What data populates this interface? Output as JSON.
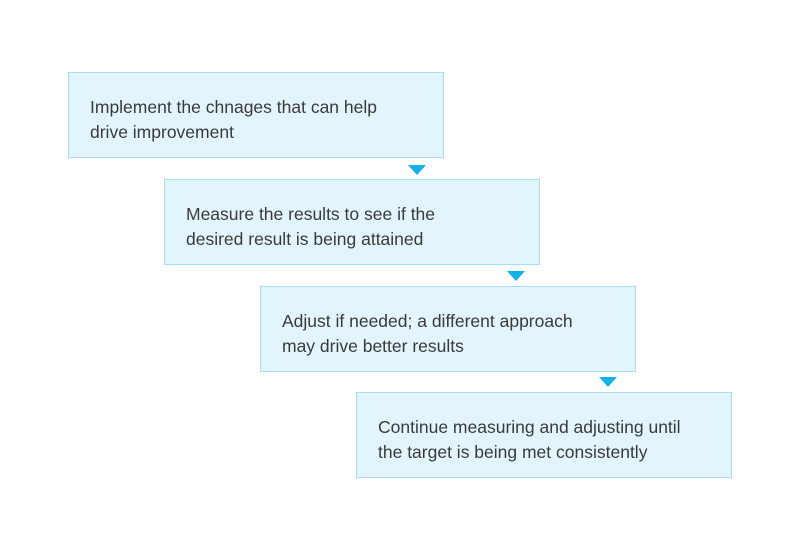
{
  "diagram": {
    "type": "staircase-process-flow",
    "colors": {
      "box_fill": "#e3f5fc",
      "box_border": "#a9def0",
      "arrow": "#13b2e8",
      "text": "#3a3a3a"
    },
    "steps": [
      {
        "text": "Implement the chnages that can help\ndrive improvement"
      },
      {
        "text": "Measure the results to see if the\ndesired result is being attained"
      },
      {
        "text": "Adjust if needed; a different approach\nmay drive better results"
      },
      {
        "text": "Continue measuring and adjusting until\nthe target is being met consistently"
      }
    ],
    "connectors": [
      {
        "from": 1,
        "to": 2,
        "icon": "down-triangle-icon"
      },
      {
        "from": 2,
        "to": 3,
        "icon": "down-triangle-icon"
      },
      {
        "from": 3,
        "to": 4,
        "icon": "down-triangle-icon"
      }
    ]
  }
}
